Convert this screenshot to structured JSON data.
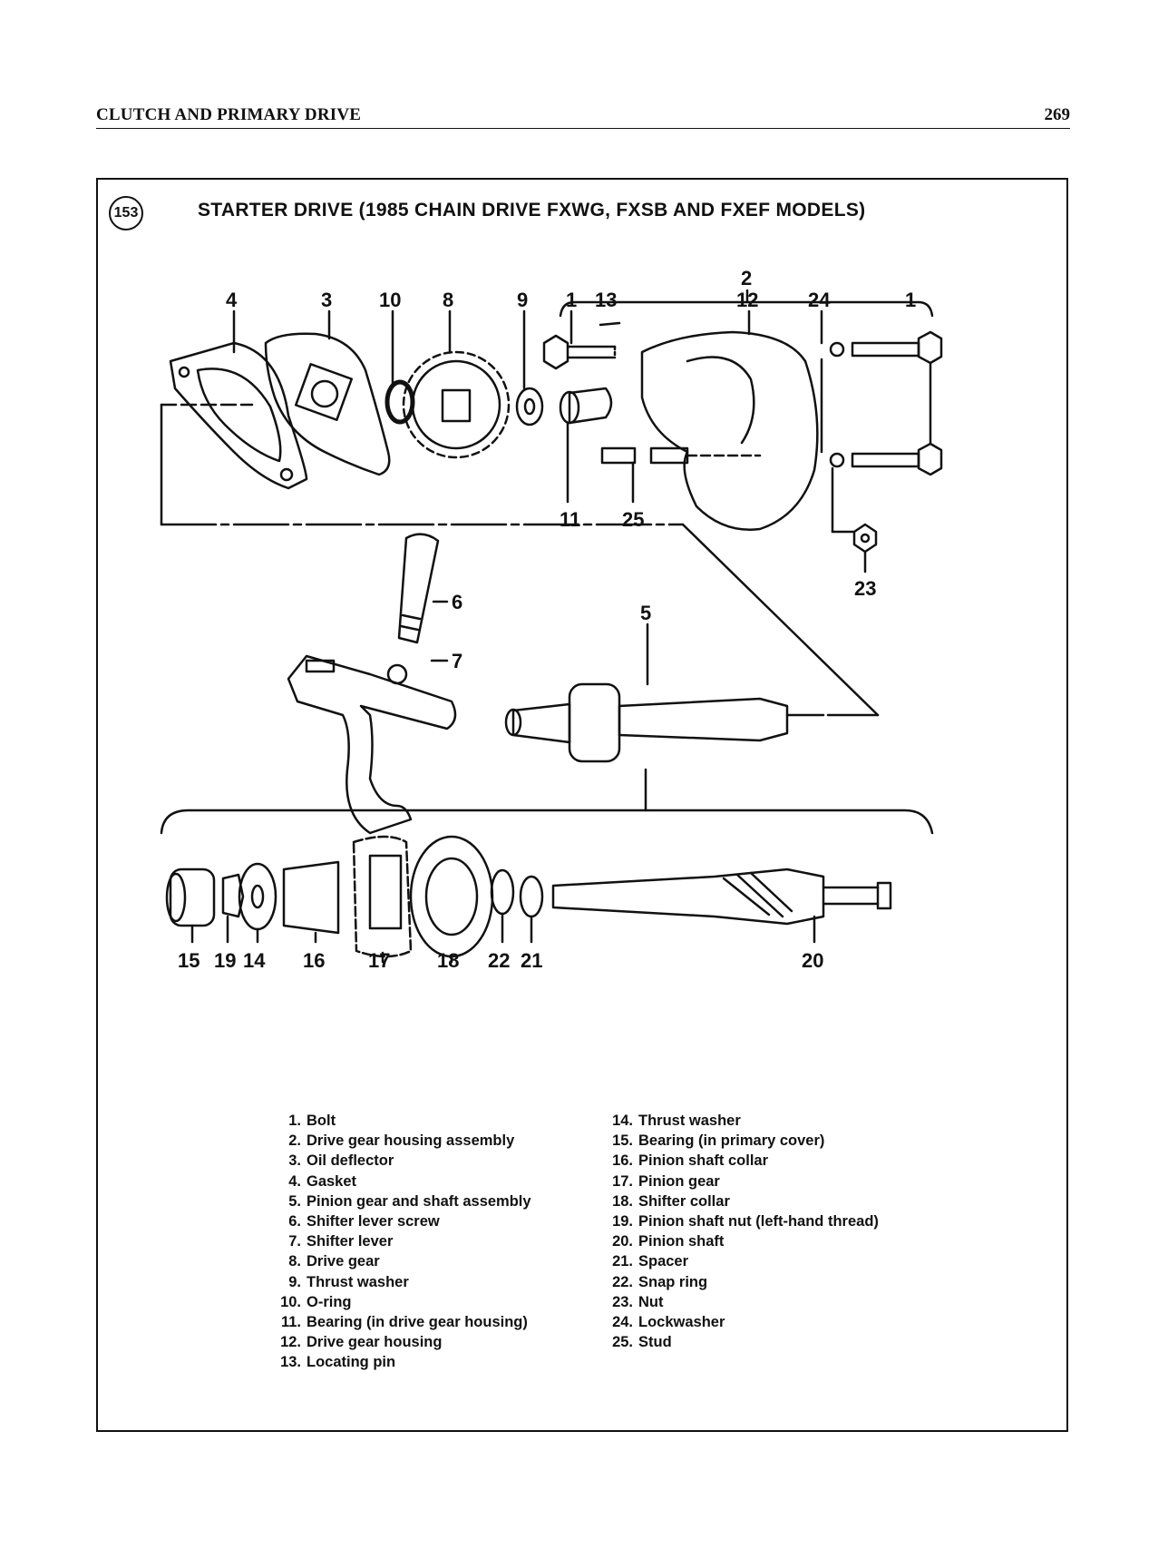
{
  "header": {
    "section": "CLUTCH AND PRIMARY DRIVE",
    "page_number": "269"
  },
  "figure": {
    "number": "153",
    "title": "STARTER DRIVE (1985 CHAIN DRIVE FXWG, FXSB AND FXEF MODELS)",
    "callouts": [
      "1",
      "2",
      "3",
      "4",
      "5",
      "6",
      "7",
      "8",
      "9",
      "10",
      "11",
      "12",
      "13",
      "14",
      "15",
      "16",
      "17",
      "18",
      "19",
      "20",
      "21",
      "22",
      "23",
      "24",
      "25"
    ]
  },
  "legend": {
    "left": [
      {
        "n": "1.",
        "t": "Bolt"
      },
      {
        "n": "2.",
        "t": "Drive gear housing assembly"
      },
      {
        "n": "3.",
        "t": "Oil deflector"
      },
      {
        "n": "4.",
        "t": "Gasket"
      },
      {
        "n": "5.",
        "t": "Pinion gear and shaft assembly"
      },
      {
        "n": "6.",
        "t": "Shifter lever screw"
      },
      {
        "n": "7.",
        "t": "Shifter lever"
      },
      {
        "n": "8.",
        "t": "Drive gear"
      },
      {
        "n": "9.",
        "t": "Thrust washer"
      },
      {
        "n": "10.",
        "t": "O-ring"
      },
      {
        "n": "11.",
        "t": "Bearing (in drive gear housing)"
      },
      {
        "n": "12.",
        "t": "Drive gear housing"
      },
      {
        "n": "13.",
        "t": "Locating pin"
      }
    ],
    "right": [
      {
        "n": "14.",
        "t": "Thrust washer"
      },
      {
        "n": "15.",
        "t": "Bearing (in primary cover)"
      },
      {
        "n": "16.",
        "t": "Pinion shaft collar"
      },
      {
        "n": "17.",
        "t": "Pinion gear"
      },
      {
        "n": "18.",
        "t": "Shifter collar"
      },
      {
        "n": "19.",
        "t": "Pinion shaft nut (left-hand thread)"
      },
      {
        "n": "20.",
        "t": "Pinion shaft"
      },
      {
        "n": "21.",
        "t": "Spacer"
      },
      {
        "n": "22.",
        "t": "Snap ring"
      },
      {
        "n": "23.",
        "t": "Nut"
      },
      {
        "n": "24.",
        "t": "Lockwasher"
      },
      {
        "n": "25.",
        "t": "Stud"
      }
    ]
  }
}
